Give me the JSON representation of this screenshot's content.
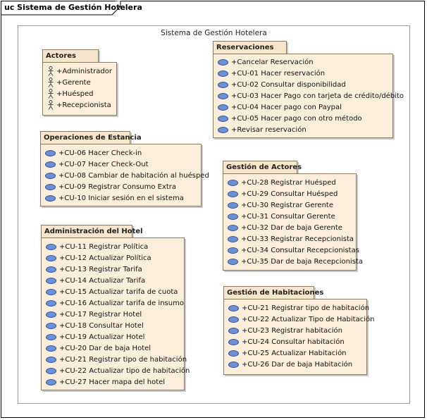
{
  "frame_title": "uc Sistema de Gestión Hotelera",
  "boundary_title": "Sistema de Gestión Hotelera",
  "packages": {
    "actores": {
      "name": "Actores",
      "items": [
        "+Administrador",
        "+Gerente",
        "+Huésped",
        "+Recepcionista"
      ]
    },
    "reservaciones": {
      "name": "Reservaciones",
      "items": [
        "+Cancelar Reservación",
        "+CU-01 Hacer reservación",
        "+CU-02 Consultar disponibilidad",
        "+CU-03 Hacer Pago con tarjeta de crédito/débito",
        "+CU-04 Hacer pago con Paypal",
        "+CU-05 Hacer pago con otro método",
        "+Revisar reservación"
      ]
    },
    "operaciones": {
      "name": "Operaciones de Estancia",
      "items": [
        "+CU-06 Hacer Check-in",
        "+CU-07 Hacer Check-Out",
        "+CU-08 Cambiar de habitación al huésped",
        "+CU-09 Registrar Consumo Extra",
        "+CU-10 Iniciar sesión en el sistema"
      ]
    },
    "gestion_actores": {
      "name": "Gestión de Actores",
      "items": [
        "+CU-28 Registrar Huésped",
        "+CU-29 Consultar Huésped",
        "+CU-30 Registrar Gerente",
        "+CU-31 Consultar Gerente",
        "+CU-32 Dar de baja Gerente",
        "+CU-33 Registrar Recepcionista",
        "+CU-34 Consultar Recepcionistas",
        "+CU-35 Dar de baja Recepcionista"
      ]
    },
    "administracion": {
      "name": "Administración del Hotel",
      "items": [
        "+CU-11 Registrar Política",
        "+CU-12 Actualizar Política",
        "+CU-13 Registrar Tarifa",
        "+CU-14 Actualizar Tarifa",
        "+CU-15 Actualizar tarifa de cuota",
        "+CU-16 Actualizar tarifa de insumo",
        "+CU-17 Registrar Hotel",
        "+CU-18 Consultar Hotel",
        "+CU-19 Actualizar Hotel",
        "+CU-20 Dar de baja Hotel",
        "+CU-21 Registrar tipo de habitación",
        "+CU-22 Actualizar tipo de habitación",
        "+CU-27 Hacer mapa del hotel"
      ]
    },
    "gestion_habitaciones": {
      "name": "Gestión de Habitaciones",
      "items": [
        "+CU-21 Registrar tipo de habitación",
        "+CU-22 Actualizar Tipo de Habitación",
        "+CU-23 Registrar habitación",
        "+CU-24 Consultar habitación",
        "+CU-25 Actualizar Habitación",
        "+CU-26 Dar de baja Habitación"
      ]
    }
  }
}
